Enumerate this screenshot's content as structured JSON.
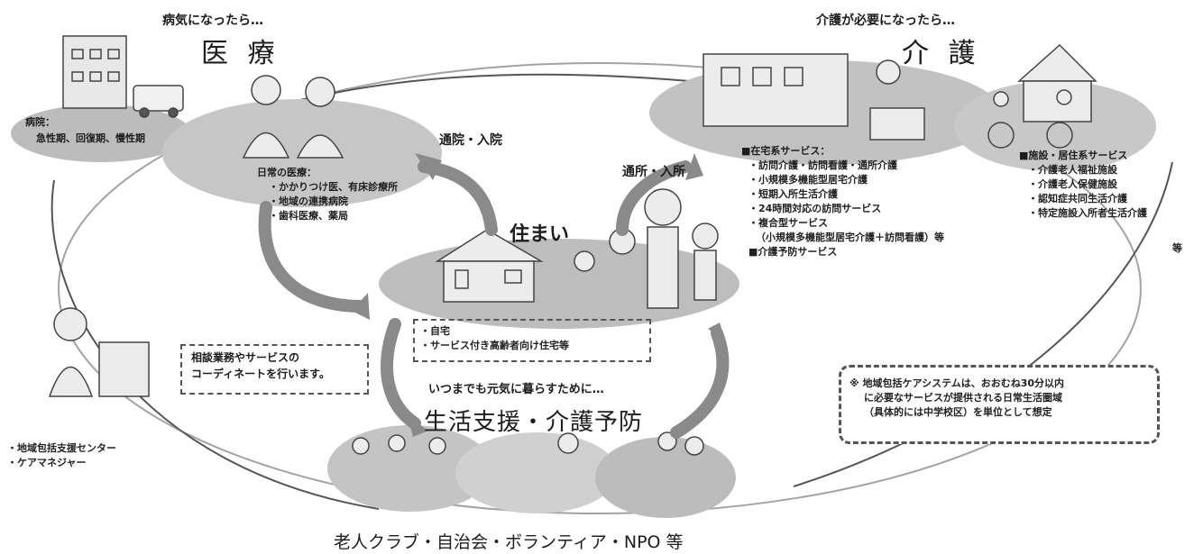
{
  "colors": {
    "ellipse_fill": "#bdbdbd",
    "ring_line": "#555555",
    "arrow": "#8a8a8a",
    "dash": "#555555"
  },
  "medical": {
    "lead": "病気になったら…",
    "title": "医 療",
    "left_blob_heading": "病院：",
    "left_blob_items": "急性期、回復期、慢性期",
    "daily_heading": "日常の医療：",
    "daily_items": [
      "・かかりつけ医、有床診療所",
      "・地域の連携病院",
      "・歯科医療、薬局"
    ],
    "arrow_label": "通院・入院"
  },
  "care": {
    "lead": "介護が必要になったら…",
    "title": "介 護",
    "home_services_heading": "■在宅系サービス：",
    "home_services": [
      "・訪問介護・訪問看護・通所介護",
      "・小規模多機能型居宅介護",
      "・短期入所生活介護",
      "・24時間対応の訪問サービス",
      "・複合型サービス",
      "（小規模多機能型居宅介護＋訪問看護）等",
      "■介護予防サービス"
    ],
    "facility_heading": "■施設・居住系サービス",
    "facility_items": [
      "・介護老人福祉施設",
      "・介護老人保健施設",
      "・認知症共同生活介護",
      "・特定施設入所者生活介護"
    ],
    "facility_tail": "等",
    "arrow_label": "通所・入所"
  },
  "home": {
    "title": "住まい",
    "items": [
      "・自宅",
      "・サービス付き高齢者向け住宅等"
    ]
  },
  "coordination": {
    "note_lines": [
      "相談業務やサービスの",
      "コーディネートを行います。"
    ],
    "roles": [
      "・地域包括支援センター",
      "・ケアマネジャー"
    ]
  },
  "support": {
    "lead": "いつまでも元気に暮らすために…",
    "title": "生活支援・介護予防",
    "bottom_label": "老人クラブ・自治会・ボランティア・NPO 等"
  },
  "footnote": {
    "lines": [
      "※ 地域包括ケアシステムは、おおむね30分以内",
      "に必要なサービスが提供される日常生活圏域",
      "（具体的には中学校区）を単位として想定"
    ]
  }
}
